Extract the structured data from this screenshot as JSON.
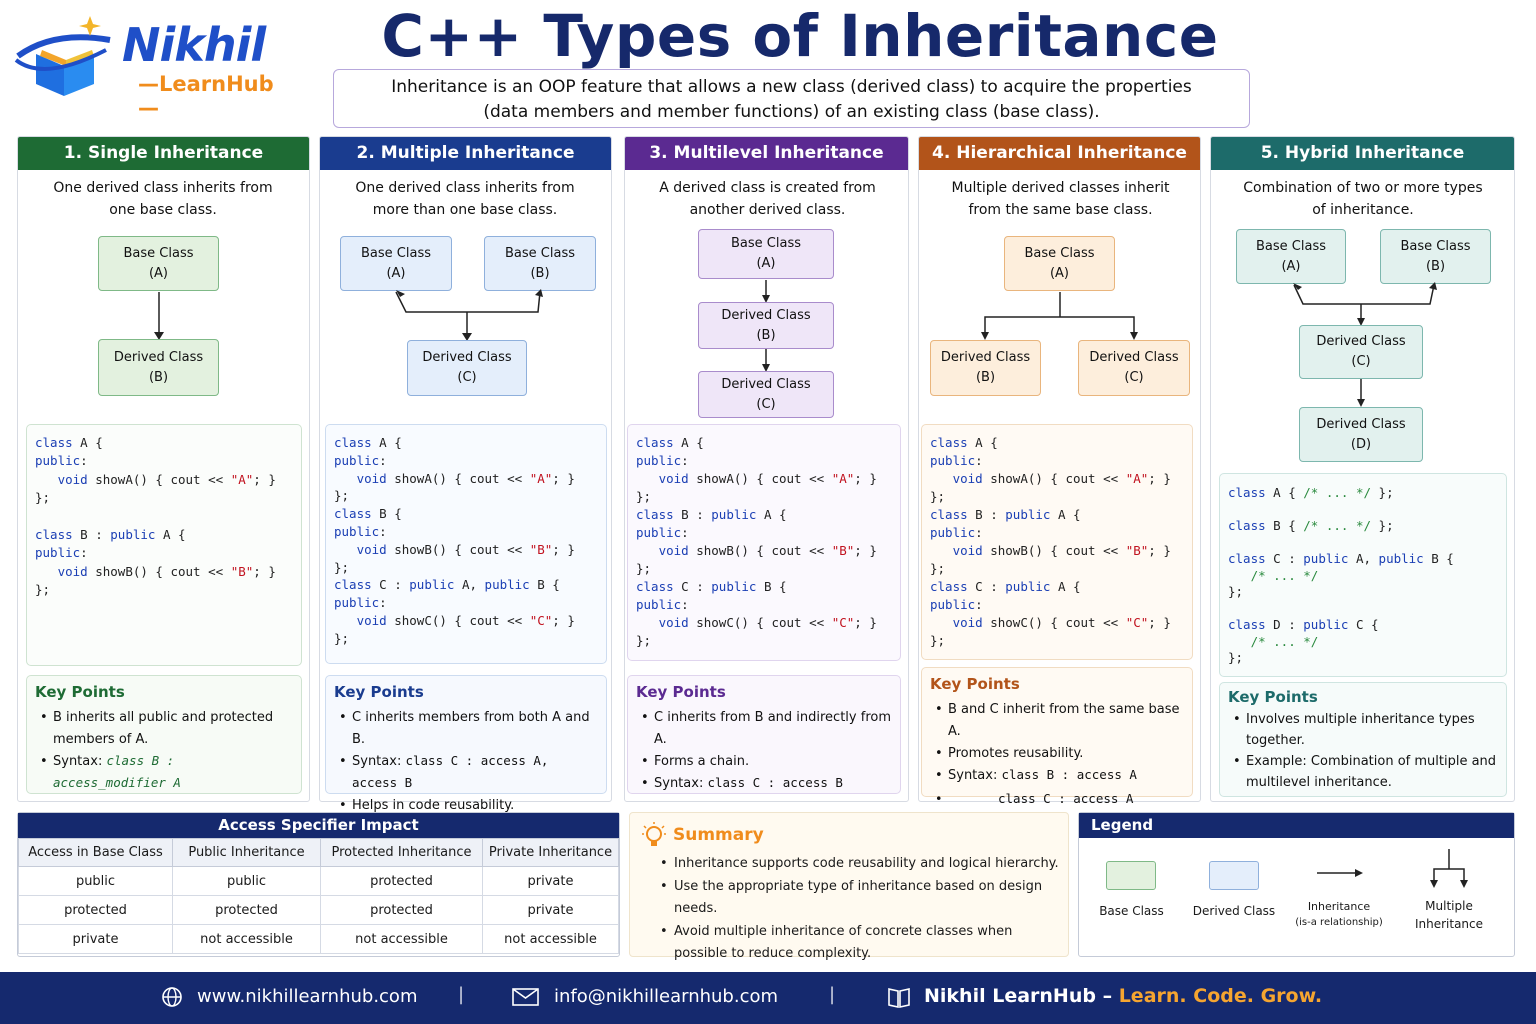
{
  "header": {
    "logo_name": "Nikhil",
    "logo_sub": "LearnHub",
    "title": "C++ Types of Inheritance",
    "intro_line1": "Inheritance is an OOP feature that allows a new class (derived class) to acquire the properties",
    "intro_line2": "(data members and member functions) of an existing class (base class)."
  },
  "colors": {
    "single": "#1e6b34",
    "multiple": "#1a3c8f",
    "multilevel": "#5b2a91",
    "hierarchical": "#b2541a",
    "hybrid": "#1d6b6a",
    "navy": "#15296e",
    "orange": "#f08c1c"
  },
  "columns": [
    {
      "title": "1. Single Inheritance",
      "desc": "One derived class inherits from one base class.",
      "boxes": [
        "Base Class",
        "(A)",
        "Derived Class",
        "(B)"
      ],
      "kp_title": "Key Points",
      "kp": [
        "B inherits all public and protected members of A.",
        "Syntax:",
        "class B : access_modifier A"
      ]
    },
    {
      "title": "2. Multiple Inheritance",
      "desc": "One derived class inherits from more than one base class.",
      "boxes": [
        "Base Class",
        "(A)",
        "Base Class",
        "(B)",
        "Derived Class",
        "(C)"
      ],
      "kp_title": "Key Points",
      "kp": [
        "C inherits members from both A and B.",
        "Syntax:",
        "class C : access A, access B",
        "Helps in code reusability."
      ]
    },
    {
      "title": "3. Multilevel Inheritance",
      "desc": "A derived class is created from another derived class.",
      "boxes": [
        "Base Class",
        "(A)",
        "Derived Class",
        "(B)",
        "Derived Class",
        "(C)"
      ],
      "kp_title": "Key Points",
      "kp": [
        "C inherits from B and indirectly from A.",
        "Forms a chain.",
        "Syntax:",
        "class C : access B"
      ]
    },
    {
      "title": "4. Hierarchical Inheritance",
      "desc": "Multiple derived classes inherit from the same base class.",
      "boxes": [
        "Base Class",
        "(A)",
        "Derived Class",
        "(B)",
        "Derived Class",
        "(C)"
      ],
      "kp_title": "Key Points",
      "kp": [
        "B and C inherit from the same base A.",
        "Promotes reusability.",
        "Syntax:",
        "class B : access A",
        "class C : access A"
      ]
    },
    {
      "title": "5. Hybrid Inheritance",
      "desc": "Combination of two or more types of inheritance.",
      "boxes": [
        "Base Class",
        "(A)",
        "Base Class",
        "(B)",
        "Derived Class",
        "(C)",
        "Derived Class",
        "(D)"
      ],
      "kp_title": "Key Points",
      "kp": [
        "Involves multiple inheritance types together.",
        "Example: Combination of multiple and multilevel inheritance."
      ]
    }
  ],
  "access_table": {
    "title": "Access Specifier Impact",
    "headers": [
      "Access in Base Class",
      "Public Inheritance",
      "Protected Inheritance",
      "Private Inheritance"
    ],
    "rows": [
      [
        "public",
        "public",
        "protected",
        "private"
      ],
      [
        "protected",
        "protected",
        "protected",
        "private"
      ],
      [
        "private",
        "not accessible",
        "not accessible",
        "not accessible"
      ]
    ]
  },
  "summary": {
    "title": "Summary",
    "items": [
      "Inheritance supports code reusability and logical hierarchy.",
      "Use the appropriate type of inheritance based on design needs.",
      "Avoid multiple inheritance of concrete classes when possible to reduce complexity."
    ]
  },
  "legend": {
    "title": "Legend",
    "base": "Base Class",
    "derived": "Derived Class",
    "inh1": "Inheritance",
    "inh2": "(is-a relationship)",
    "mult1": "Multiple",
    "mult2": "Inheritance"
  },
  "footer": {
    "web": "www.nikhillearnhub.com",
    "email": "info@nikhillearnhub.com",
    "brand": "Nikhil LearnHub –",
    "tagline": "Learn. Code. Grow."
  }
}
